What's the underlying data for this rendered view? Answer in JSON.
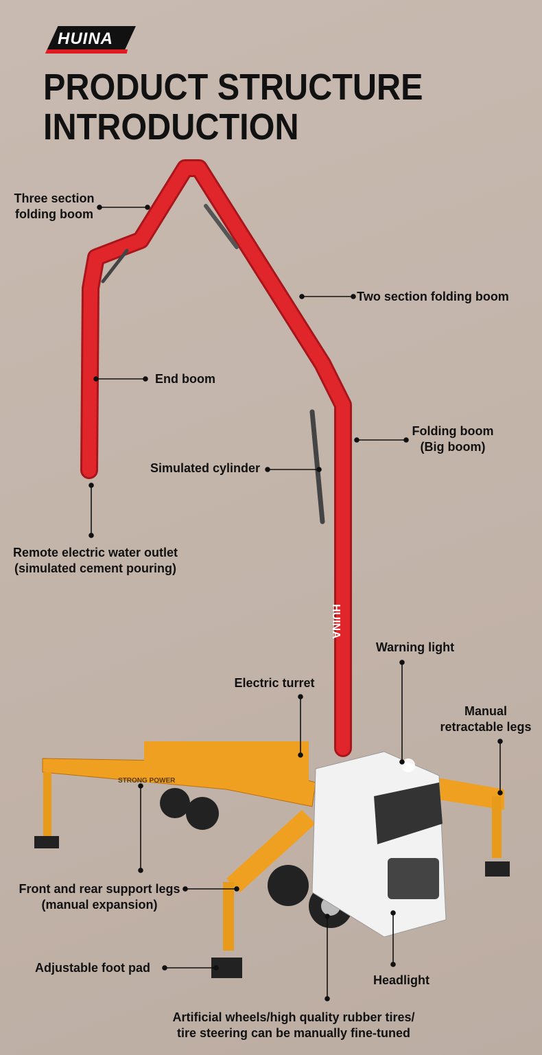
{
  "brand": {
    "logo_text": "HUINA"
  },
  "title": {
    "line1": "PRODUCT STRUCTURE",
    "line2": "INTRODUCTION"
  },
  "labels": {
    "three_section": [
      "Three section",
      "folding boom"
    ],
    "two_section": "Two section folding boom",
    "end_boom": "End boom",
    "folding_boom": [
      "Folding boom",
      "(Big boom)"
    ],
    "cylinder": "Simulated cylinder",
    "water_outlet": [
      "Remote electric water outlet",
      "(simulated cement pouring)"
    ],
    "warning_light": "Warning light",
    "turret": "Electric turret",
    "manual_legs": [
      "Manual",
      "retractable legs"
    ],
    "support_legs": [
      "Front and rear support legs",
      "(manual expansion)"
    ],
    "foot_pad": "Adjustable foot pad",
    "headlight": "Headlight",
    "wheels": [
      "Artificial wheels/high quality rubber tires/",
      "tire steering can be manually fine-tuned"
    ]
  },
  "truck_text": {
    "boom_logo": "HUINA",
    "outrigger": "STRONG POWER"
  },
  "colors": {
    "boom": "#e0252b",
    "outrigger": "#f0a020",
    "cab": "#f2f2f2",
    "background": "#c4b5ab"
  }
}
